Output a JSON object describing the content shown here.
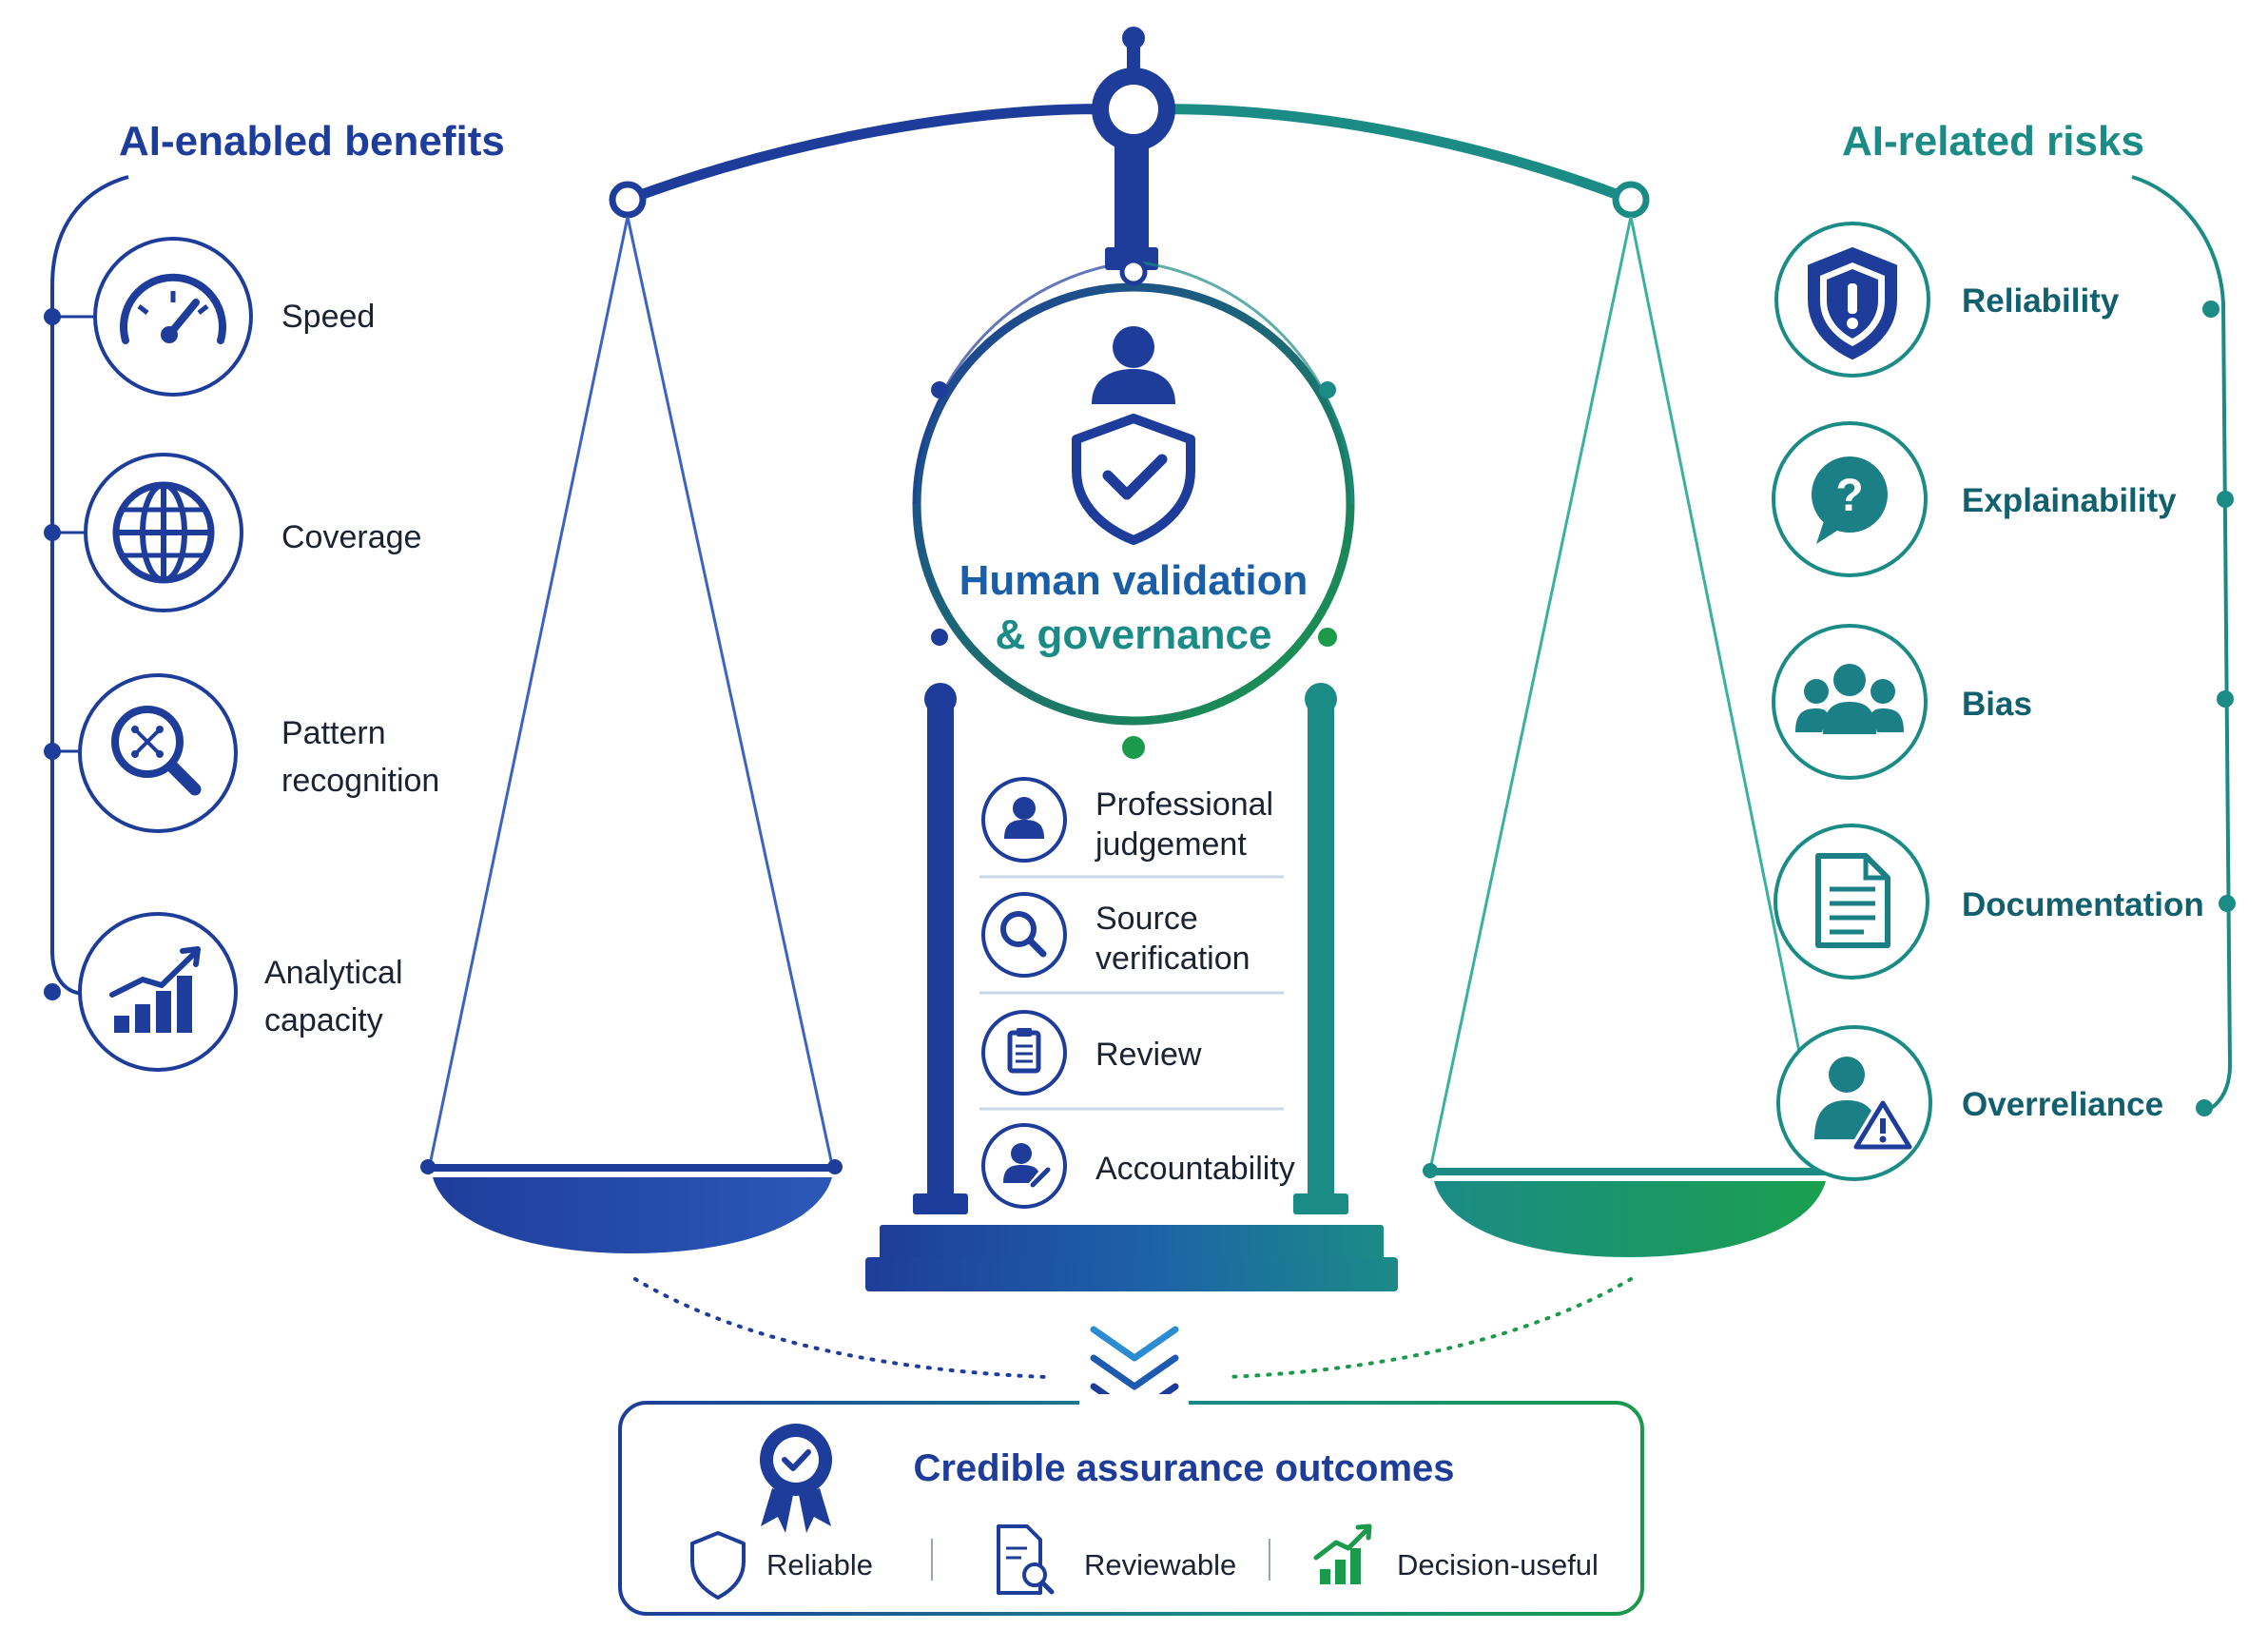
{
  "left": {
    "header": "AI-enabled benefits",
    "items": [
      {
        "label": "Speed",
        "icon": "gauge-icon"
      },
      {
        "label": "Coverage",
        "icon": "globe-icon"
      },
      {
        "label": "Pattern\nrecognition",
        "icon": "pattern-search-icon"
      },
      {
        "label": "Analytical\ncapacity",
        "icon": "growth-chart-icon"
      }
    ]
  },
  "right": {
    "header": "AI-related risks",
    "items": [
      {
        "label": "Reliability",
        "icon": "shield-alert-icon"
      },
      {
        "label": "Explainability",
        "icon": "question-bubble-icon"
      },
      {
        "label": "Bias",
        "icon": "group-icon"
      },
      {
        "label": "Documentation",
        "icon": "document-icon"
      },
      {
        "label": "Overreliance",
        "icon": "person-warning-icon"
      }
    ]
  },
  "center": {
    "title_line1": "Human validation",
    "title_line2": "& governance",
    "items": [
      {
        "label": "Professional\njudgement",
        "icon": "person-icon"
      },
      {
        "label": "Source\nverification",
        "icon": "magnifier-icon"
      },
      {
        "label": "Review",
        "icon": "clipboard-icon"
      },
      {
        "label": "Accountability",
        "icon": "person-pen-icon"
      }
    ]
  },
  "outcome": {
    "title": "Credible assurance outcomes",
    "items": [
      {
        "label": "Reliable",
        "icon": "shield-icon"
      },
      {
        "label": "Reviewable",
        "icon": "document-search-icon"
      },
      {
        "label": "Decision-useful",
        "icon": "bar-growth-icon"
      }
    ]
  },
  "colors": {
    "navy": "#1e3d9a",
    "teal": "#1b8b86",
    "green": "#1a9a4a"
  }
}
